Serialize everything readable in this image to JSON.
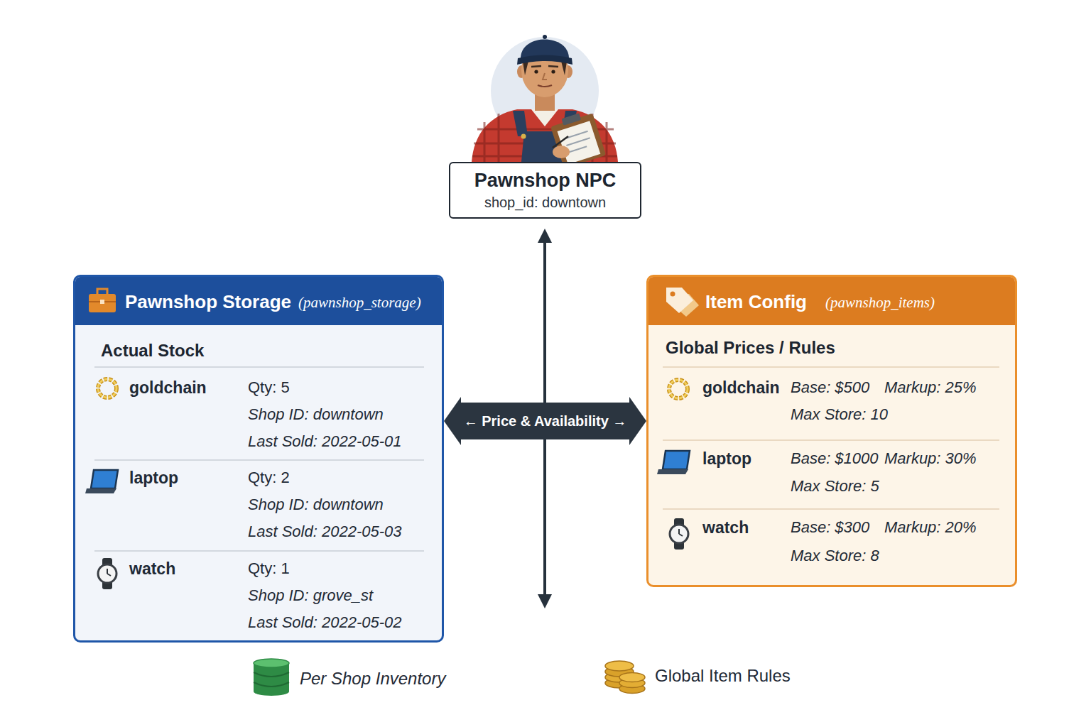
{
  "diagram": {
    "nodes": [
      {
        "text": [
          "Pawnshop NPC",
          "shop_id: downtown"
        ]
      },
      {
        "text": [
          "Pawnshop Storage",
          "(pawnshop_storage)",
          "Actual Stock"
        ]
      },
      {
        "text": [
          "Item Config",
          "(pawnshop_items)",
          "Global Prices / Rules"
        ]
      }
    ],
    "edges": [
      {
        "from": 1,
        "to": 2,
        "label": "← Price & Availability →",
        "arrow": "both"
      }
    ],
    "labels": [
      "goldchain",
      "Qty: 5",
      "Shop ID: downtown",
      "Last Sold: 2022-05-01",
      "laptop",
      "Qty: 2",
      "Shop ID: downtown",
      "Last Sold: 2022-05-03",
      "watch",
      "Qty: 1",
      "Shop ID: grove_st",
      "Last Sold: 2022-05-02",
      "goldchain",
      "Base: $500",
      "Markup: 25%",
      "Max Store: 10",
      "laptop",
      "Base: $1000",
      "Markup: 30%",
      "Max Store: 5",
      "watch",
      "Base: $300",
      "Markup: 20%",
      "Max Store: 8"
    ],
    "legend": [
      {
        "text": "Per Shop Inventory"
      },
      {
        "text": "Global Item Rules"
      }
    ]
  }
}
